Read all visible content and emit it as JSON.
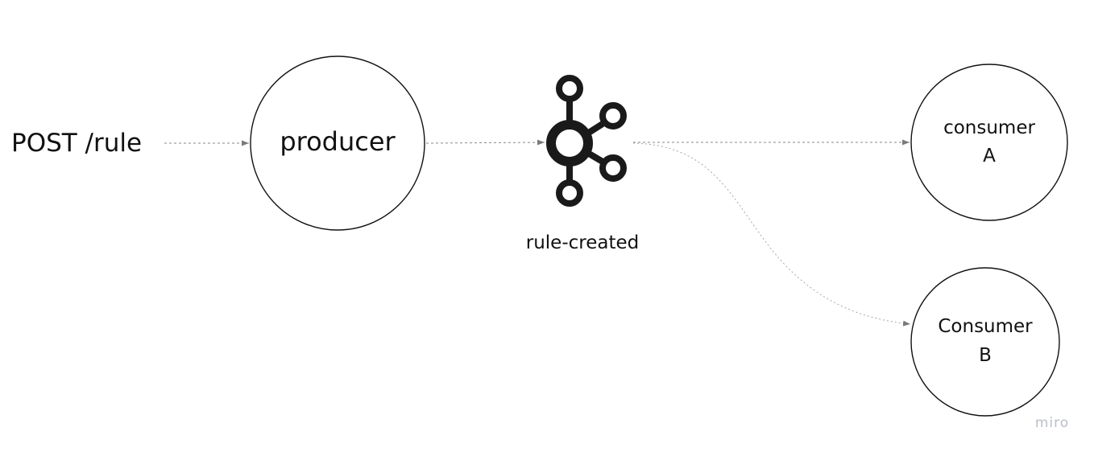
{
  "request": {
    "label": "POST /rule"
  },
  "producer": {
    "label": "producer"
  },
  "topic": {
    "label": "rule-created",
    "icon": "kafka-icon"
  },
  "consumer_a": {
    "line1": "consumer",
    "line2": "A"
  },
  "consumer_b": {
    "line1": "Consumer",
    "line2": "B"
  },
  "watermark": {
    "label": "miro"
  },
  "colors": {
    "stroke": "#111111",
    "edge": "#8a8a8a",
    "watermark": "#b9bec7"
  }
}
